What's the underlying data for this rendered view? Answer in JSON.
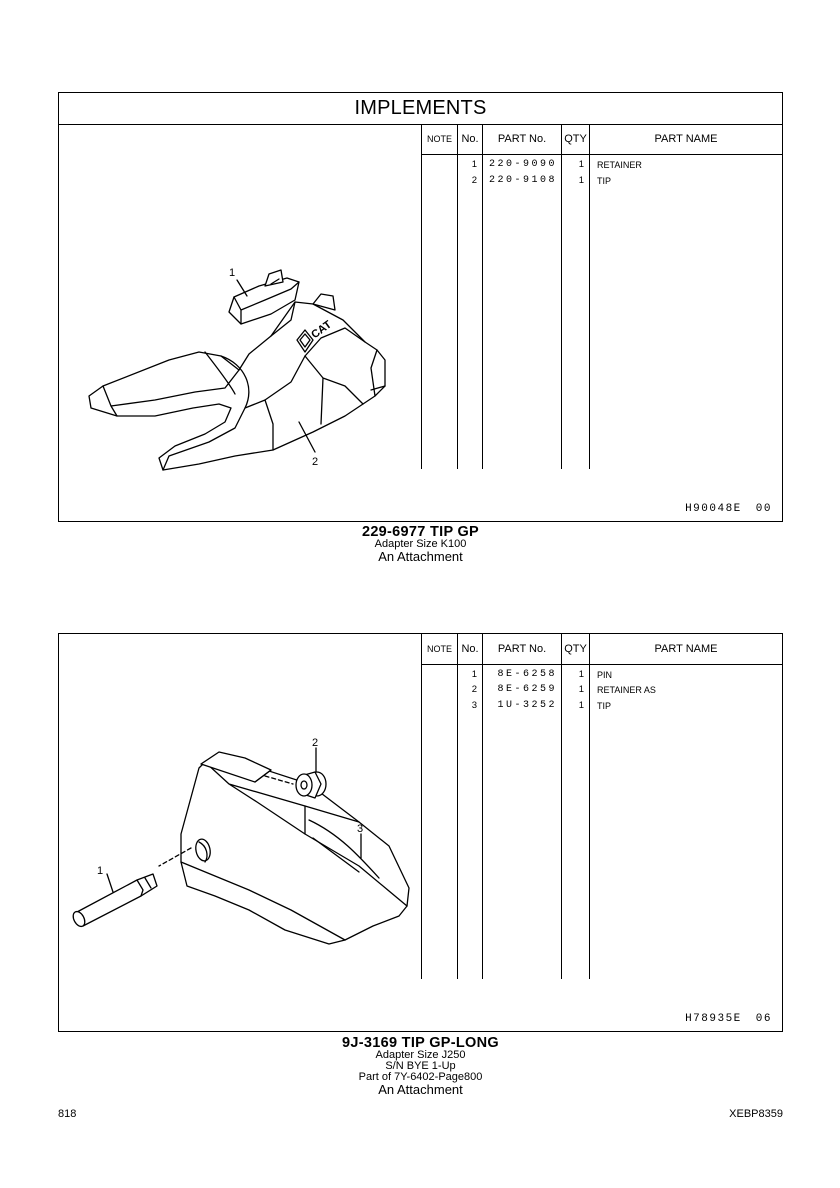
{
  "section1": {
    "banner": "IMPLEMENTS",
    "headers": {
      "note": "NOTE",
      "no": "No.",
      "part_no": "PART No.",
      "qty": "QTY",
      "part_name": "PART NAME"
    },
    "rows": [
      {
        "no": "1",
        "part_no": "220-9090",
        "qty": "1",
        "part_name": "RETAINER"
      },
      {
        "no": "2",
        "part_no": "220-9108",
        "qty": "1",
        "part_name": "TIP"
      }
    ],
    "illustration_code": "H90048E",
    "illustration_rev": "00",
    "callouts": [
      "1",
      "2"
    ],
    "logo_text": "CAT",
    "caption": {
      "title": "229-6977  TIP  GP",
      "lines": [
        "Adapter Size K100",
        "An Attachment"
      ]
    }
  },
  "section2": {
    "headers": {
      "note": "NOTE",
      "no": "No.",
      "part_no": "PART No.",
      "qty": "QTY",
      "part_name": "PART NAME"
    },
    "rows": [
      {
        "no": "1",
        "part_no": "8E-6258",
        "qty": "1",
        "part_name": "PIN"
      },
      {
        "no": "2",
        "part_no": "8E-6259",
        "qty": "1",
        "part_name": "RETAINER  AS"
      },
      {
        "no": "3",
        "part_no": "1U-3252",
        "qty": "1",
        "part_name": "TIP"
      }
    ],
    "illustration_code": "H78935E",
    "illustration_rev": "06",
    "callouts": [
      "1",
      "2",
      "3"
    ],
    "caption": {
      "title": "9J-3169  TIP  GP-LONG",
      "lines": [
        "Adapter Size J250",
        "S/N BYE 1-Up",
        "Part of 7Y-6402-Page800",
        "An Attachment"
      ]
    }
  },
  "footer": {
    "page_number": "818",
    "doc_id": "XEBP8359"
  }
}
